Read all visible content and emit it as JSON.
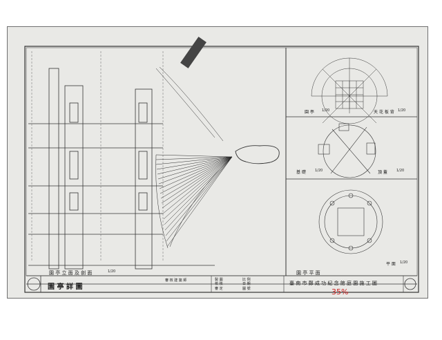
{
  "drawing": {
    "view_titles": {
      "elevation_section": "園 亭 立 面 及 剖 面",
      "plan": "園 亭 平 面",
      "upper_plan_left": "園 亭",
      "upper_plan_right": "天 花 板 背",
      "beam_plan_left": "基 礎",
      "beam_plan_right": "頂 蓋",
      "floor_plan": "平 面"
    },
    "scales": {
      "elevation_section": "1/20",
      "upper_left": "1/20",
      "upper_right": "1/20",
      "plan_left": "1/20",
      "plan_right": "1/20",
      "floor": "1/20"
    },
    "title_block": {
      "sheet_title": "園 亭 詳 圖",
      "project_name": "臺 南 市 鄭 成 功 紀 念 館 庭 園 施 工 圖",
      "note_right": "審 核 建 築 師",
      "field_drawn": "製 圖",
      "field_checked": "校 核",
      "field_approved": "審 定",
      "field_scale": "比 例",
      "field_date": "日 期",
      "field_no": "圖 號"
    },
    "stamp_number": "35%"
  }
}
